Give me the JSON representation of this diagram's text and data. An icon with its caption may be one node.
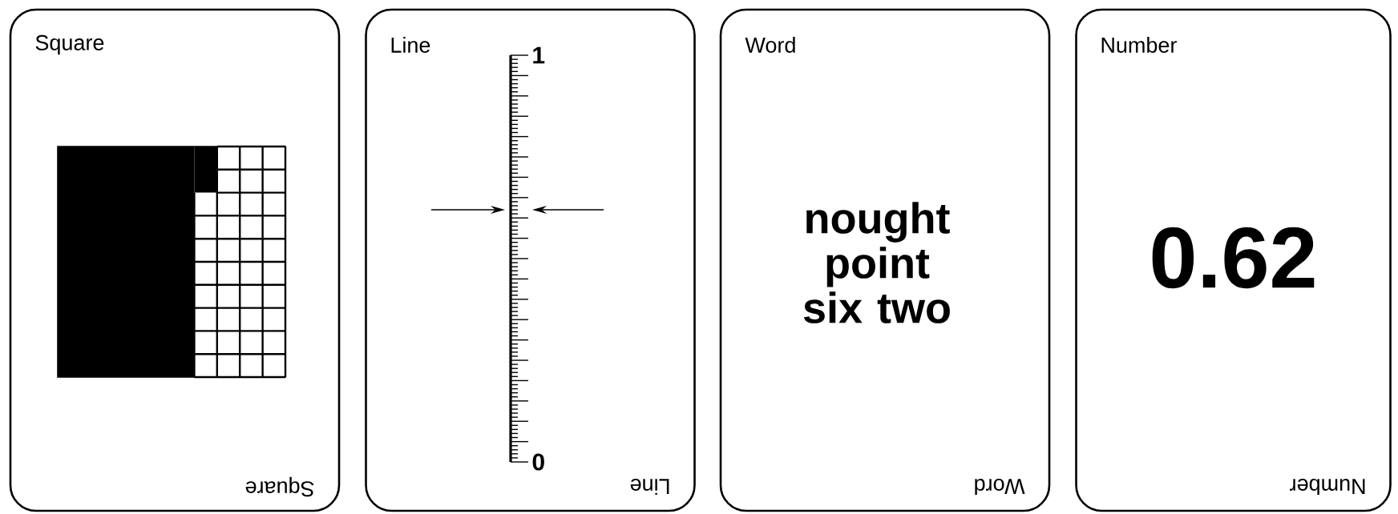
{
  "diagram": {
    "nodes": [
      {
        "text": [
          "Square",
          "Square"
        ]
      },
      {
        "text": [
          "Line",
          "Line"
        ]
      },
      {
        "text": [
          "Word",
          "nought point six two",
          "Word"
        ]
      },
      {
        "text": [
          "Number",
          "0.62",
          "Number"
        ]
      }
    ],
    "labels": [
      "1",
      "0"
    ]
  }
}
